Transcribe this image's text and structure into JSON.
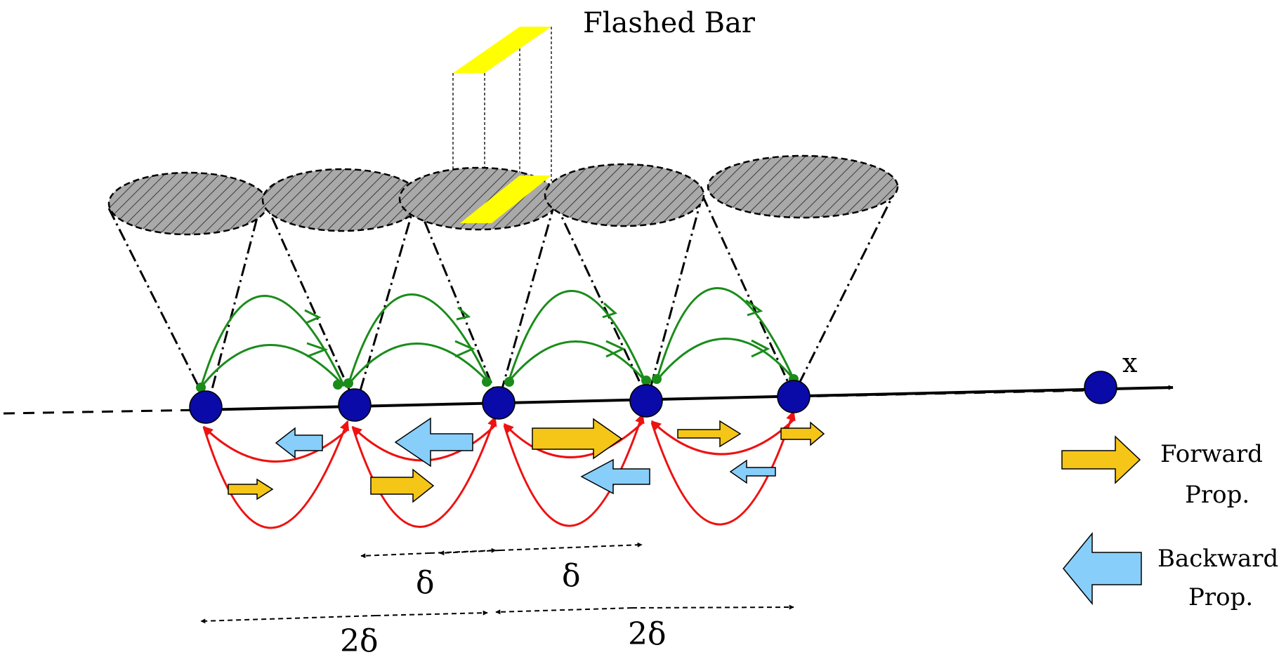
{
  "labels": {
    "title": "Flashed Bar",
    "axis": "x",
    "delta_left": "δ",
    "delta_right": "δ",
    "two_delta_left": "2δ",
    "two_delta_right": "2δ"
  },
  "legend": {
    "forward_line1": "Forward",
    "forward_line2": "Prop.",
    "backward_line1": "Backward",
    "backward_line2": "Prop."
  },
  "colors": {
    "node": "#0a0aa8",
    "receptive_field": "#a9a9a9",
    "flashed_bar": "#ffff00",
    "excitatory": "#1a8c1a",
    "inhibitory": "#ee1111",
    "forward_arrow": "#f5c518",
    "backward_arrow": "#87cefa"
  },
  "icons": {
    "node": "blue-circle-node",
    "forward": "right-arrow-icon",
    "backward": "left-arrow-icon"
  }
}
